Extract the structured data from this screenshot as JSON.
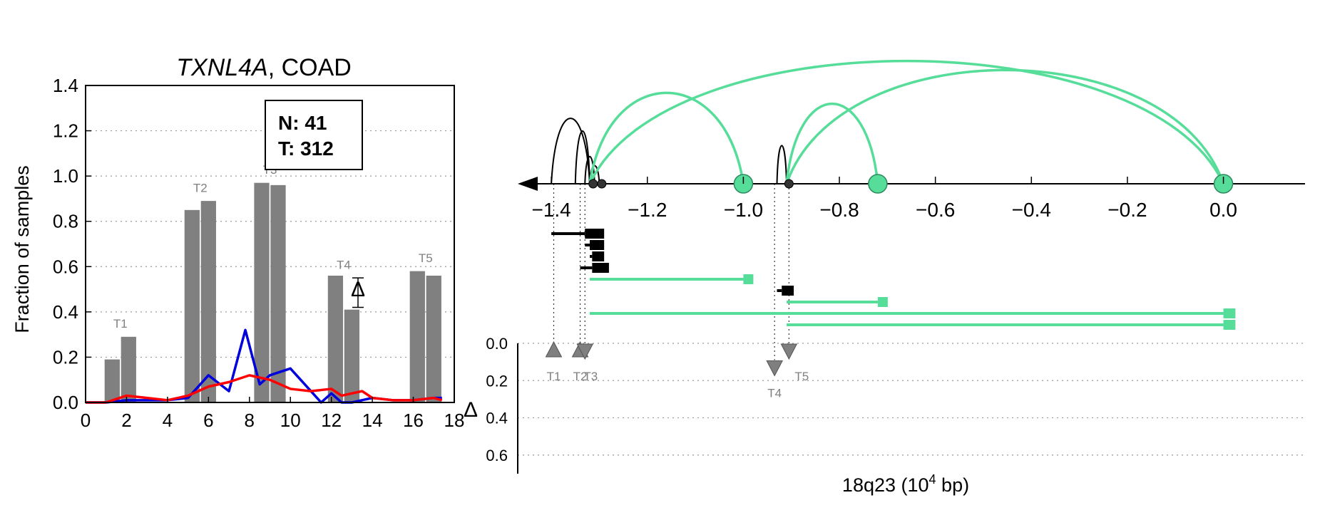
{
  "chart_data": [
    {
      "type": "bar",
      "title_gene": "TXNL4A",
      "title_rest": ", COAD",
      "xlabel": "",
      "ylabel": "Fraction of samples",
      "xlim": [
        0,
        18
      ],
      "ylim": [
        0,
        1.4
      ],
      "xticks": [
        "0",
        "2",
        "4",
        "6",
        "8",
        "10",
        "12",
        "14",
        "16",
        "18"
      ],
      "yticks": [
        "0.0",
        "0.2",
        "0.4",
        "0.6",
        "0.8",
        "1.0",
        "1.2",
        "1.4"
      ],
      "grid": "horizontal-dotted",
      "stats": {
        "n_label": "N: 41",
        "t_label": "T: 312"
      },
      "delta_marker": {
        "label": "Δ",
        "x": 13.3,
        "y": 0.5,
        "err_low": 0.42,
        "err_high": 0.55
      },
      "bars": [
        {
          "x": 1.3,
          "value": 0.19
        },
        {
          "x": 2.1,
          "value": 0.29
        },
        {
          "x": 5.2,
          "value": 0.85
        },
        {
          "x": 6.0,
          "value": 0.89
        },
        {
          "x": 8.6,
          "value": 0.97
        },
        {
          "x": 9.4,
          "value": 0.96
        },
        {
          "x": 12.2,
          "value": 0.56
        },
        {
          "x": 13.0,
          "value": 0.41
        },
        {
          "x": 16.2,
          "value": 0.58
        },
        {
          "x": 17.0,
          "value": 0.56
        }
      ],
      "bar_labels": [
        {
          "text": "T1",
          "x": 1.7,
          "y": 0.33
        },
        {
          "text": "T2",
          "x": 5.6,
          "y": 0.93
        },
        {
          "text": "T3",
          "x": 9.0,
          "y": 1.01
        },
        {
          "text": "T4",
          "x": 12.6,
          "y": 0.59
        },
        {
          "text": "T5",
          "x": 16.6,
          "y": 0.62
        }
      ],
      "series": [
        {
          "color": "#0000dd",
          "x": [
            0,
            1,
            2,
            3,
            4,
            5,
            6,
            7,
            7.8,
            8.5,
            9,
            10,
            11,
            11.5,
            12,
            12.5,
            13,
            14,
            15,
            16,
            17,
            17.4
          ],
          "y": [
            0,
            0,
            0.01,
            0.01,
            0.01,
            0.02,
            0.12,
            0.05,
            0.32,
            0.08,
            0.12,
            0.15,
            0.05,
            0.0,
            0.04,
            0.0,
            0.0,
            0.02,
            0.01,
            0.01,
            0.02,
            0.02
          ]
        },
        {
          "color": "#ff0000",
          "x": [
            0,
            1,
            2,
            3,
            4,
            5,
            6,
            7,
            8,
            9,
            10,
            11,
            12,
            12.5,
            13,
            13.5,
            14,
            15,
            16,
            17,
            17.4
          ],
          "y": [
            0,
            0,
            0.03,
            0.02,
            0.01,
            0.03,
            0.07,
            0.09,
            0.12,
            0.1,
            0.06,
            0.05,
            0.06,
            0.03,
            0.04,
            0.05,
            0.02,
            0.01,
            0.01,
            0.02,
            0.01
          ]
        }
      ],
      "colors": {
        "bar": "#808080",
        "bar_label": "#808080"
      }
    },
    {
      "type": "diagram",
      "xlabel_main": "18q23 (10",
      "xlabel_sup": "4",
      "xlabel_tail": " bp)",
      "xlim": [
        -1.47,
        0.17
      ],
      "xticks": [
        "−1.4",
        "−1.2",
        "−1.0",
        "−0.8",
        "−0.6",
        "−0.4",
        "−0.2",
        "0.0"
      ],
      "xtick_values": [
        -1.4,
        -1.2,
        -1.0,
        -0.8,
        -0.6,
        -0.4,
        -0.2,
        0.0
      ],
      "delta_axis_label": "Δ",
      "delta_ticks": [
        "0.0",
        "0.2",
        "0.4",
        "0.6"
      ],
      "delta_tick_values": [
        0,
        0.2,
        0.4,
        0.6
      ],
      "delta_lim": [
        0,
        0.7
      ],
      "colors": {
        "arc_primary": "#000000",
        "arc_alt": "#55dd99",
        "marker": "#7f7f7f"
      },
      "junction_nodes": [
        {
          "x": -1.313,
          "kind": "small"
        },
        {
          "x": -1.295,
          "kind": "small"
        },
        {
          "x": -0.905,
          "kind": "small"
        },
        {
          "x": -1.0,
          "kind": "large"
        },
        {
          "x": -0.72,
          "kind": "large"
        },
        {
          "x": 0.0,
          "kind": "large"
        }
      ],
      "arcs": [
        {
          "x1": -1.4,
          "x2": -1.32,
          "height": 0.72,
          "kind": "primary"
        },
        {
          "x1": -1.35,
          "x2": -1.32,
          "height": 0.58,
          "kind": "primary"
        },
        {
          "x1": -1.33,
          "x2": -1.31,
          "height": 0.3,
          "kind": "primary"
        },
        {
          "x1": -1.32,
          "x2": -1.3,
          "height": 0.2,
          "kind": "primary"
        },
        {
          "x1": -0.93,
          "x2": -0.91,
          "height": 0.42,
          "kind": "primary"
        },
        {
          "x1": -1.32,
          "x2": -1.0,
          "height": 1.0,
          "kind": "alt"
        },
        {
          "x1": -1.32,
          "x2": 0.0,
          "height": 1.35,
          "kind": "alt"
        },
        {
          "x1": -0.91,
          "x2": -0.72,
          "height": 0.88,
          "kind": "alt"
        },
        {
          "x1": -0.91,
          "x2": 0.0,
          "height": 1.25,
          "kind": "alt"
        }
      ],
      "isoforms": [
        {
          "start": -1.4,
          "box": [
            -1.33,
            -1.29
          ],
          "kind": "primary"
        },
        {
          "start": -1.33,
          "box": [
            -1.32,
            -1.29
          ],
          "kind": "primary"
        },
        {
          "start": -1.32,
          "box": [
            -1.315,
            -1.29
          ],
          "kind": "primary"
        },
        {
          "start": -1.34,
          "box": [
            -1.315,
            -1.28
          ],
          "kind": "primary"
        },
        {
          "start": -1.32,
          "box": [
            -1.0,
            -0.985
          ],
          "kind": "alt"
        },
        {
          "start": -0.93,
          "box": [
            -0.92,
            -0.895
          ],
          "kind": "primary"
        },
        {
          "start": -0.91,
          "box": [
            -0.72,
            -0.705
          ],
          "kind": "alt"
        },
        {
          "start": -1.32,
          "box": [
            0.0,
            0.025
          ],
          "kind": "alt"
        },
        {
          "start": -0.91,
          "box": [
            0.0,
            0.025
          ],
          "kind": "alt"
        }
      ],
      "delta_markers": [
        {
          "label": "T1",
          "x": -1.395,
          "delta": 0.0,
          "dir": "up"
        },
        {
          "label": "T2",
          "x": -1.34,
          "delta": 0.0,
          "dir": "up"
        },
        {
          "label": "T3",
          "x": -1.33,
          "delta": 0.0,
          "dir": "down"
        },
        {
          "label": "T4",
          "x": -0.935,
          "delta": 0.09,
          "dir": "down"
        },
        {
          "label": "T5",
          "x": -0.905,
          "delta": 0.0,
          "dir": "down"
        }
      ]
    }
  ]
}
